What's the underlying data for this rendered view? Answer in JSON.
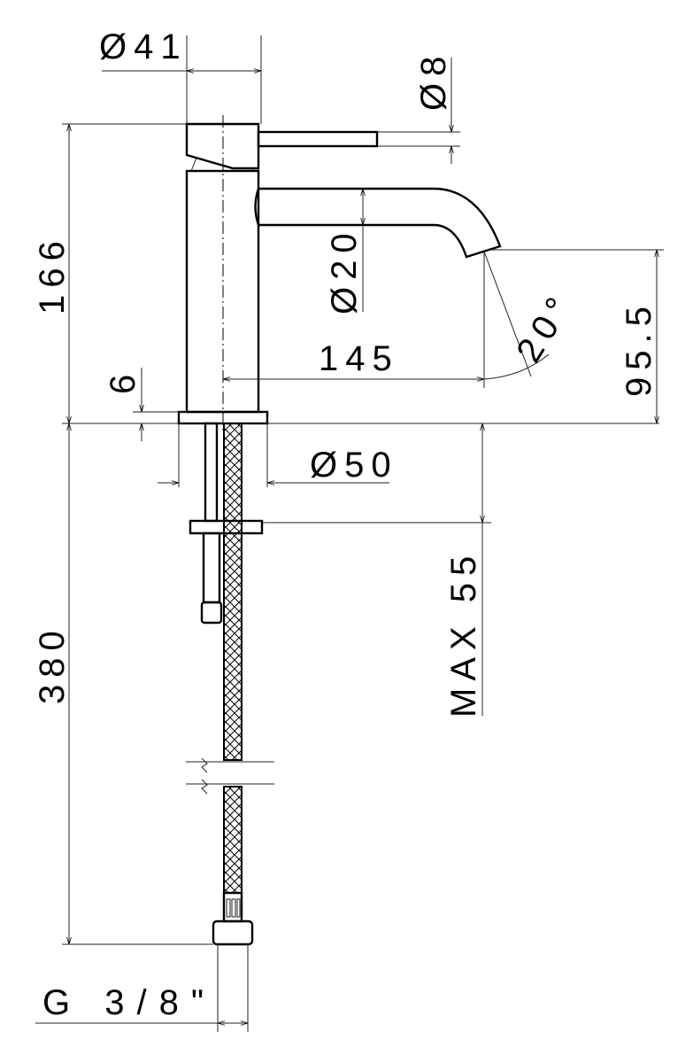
{
  "dimensions": {
    "handle_diameter": "Ø41",
    "lever_diameter": "Ø8",
    "height_total": "166",
    "spout_diameter": "Ø20",
    "spout_reach": "145",
    "spout_angle": "20°",
    "spout_height": "95.5",
    "base_thickness": "6",
    "base_diameter": "Ø50",
    "max_deck_thickness": "MAX 55",
    "hose_length": "380",
    "connection_thread": "G 3/8\""
  }
}
